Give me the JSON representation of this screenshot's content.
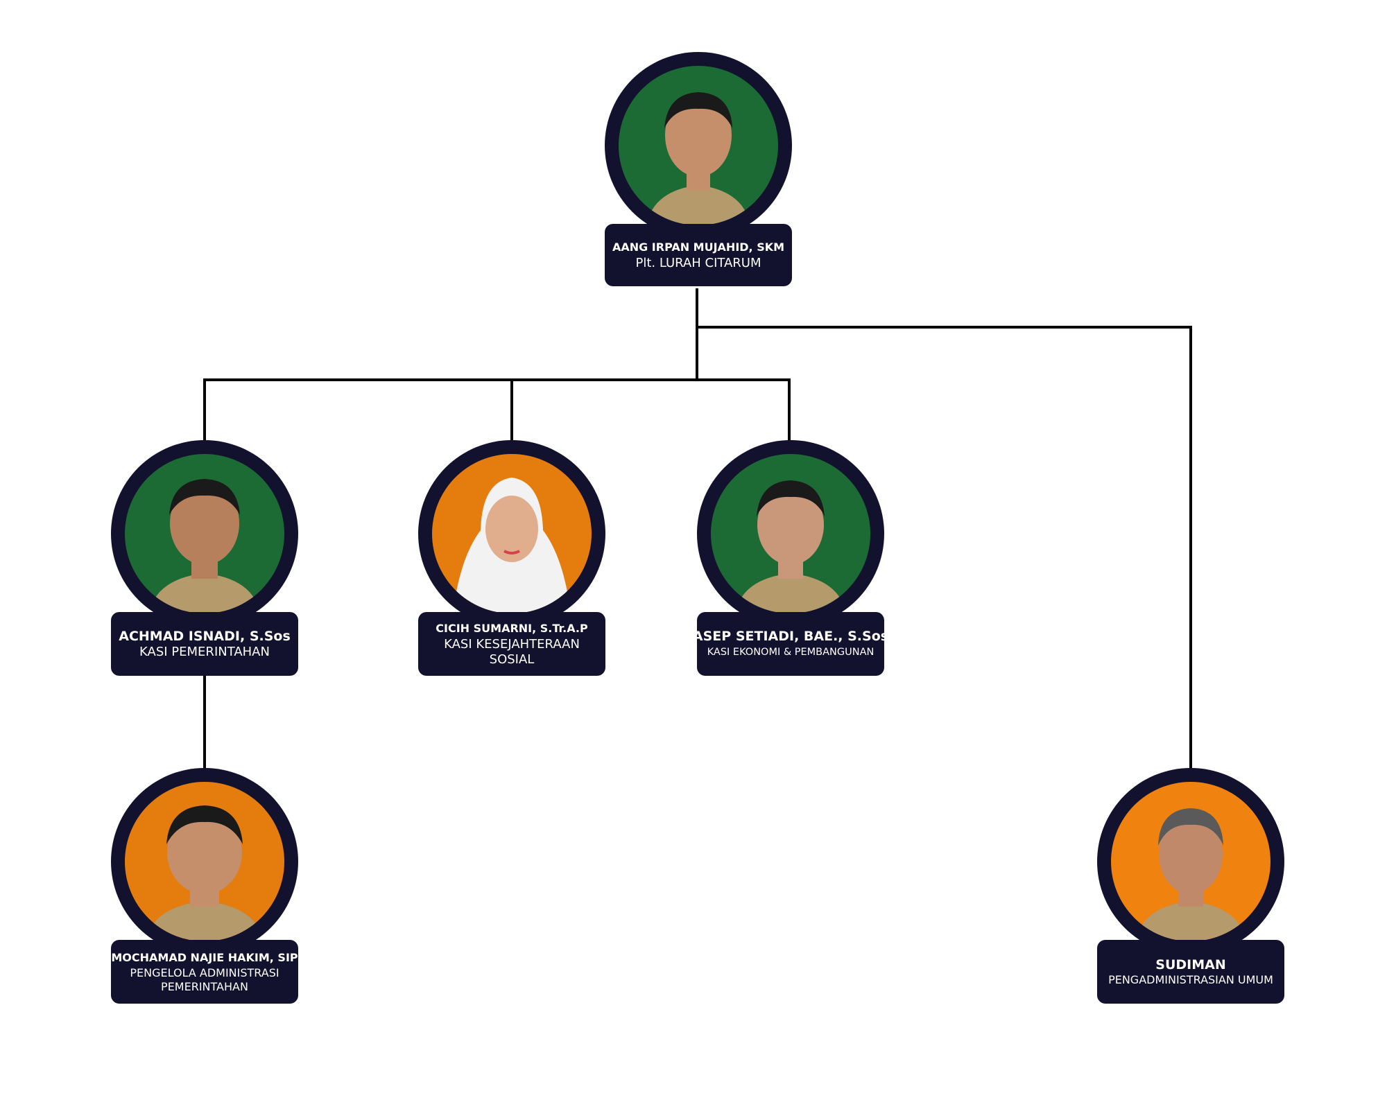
{
  "colors": {
    "dark_navy": "#12112e",
    "green_bg": "#1c6b35",
    "orange_bg": "#f0820f",
    "line": "#000000"
  },
  "nodes": {
    "lurah": {
      "name": "AANG IRPAN MUJAHID, SKM",
      "role": "Plt. LURAH CITARUM",
      "photo_bg": "green",
      "icon": "person-photo-icon"
    },
    "kasi_pemerintahan": {
      "name": "ACHMAD ISNADI, S.Sos",
      "role": "KASI PEMERINTAHAN",
      "photo_bg": "green",
      "icon": "person-photo-icon"
    },
    "kasi_kesejahteraan": {
      "name": "CICIH SUMARNI, S.Tr.A.P",
      "role": "KASI KESEJAHTERAAN SOSIAL",
      "photo_bg": "orange",
      "icon": "person-photo-icon"
    },
    "kasi_ekonomi": {
      "name": "ASEP SETIADI, BAE., S.Sos",
      "role": "KASI EKONOMI & PEMBANGUNAN",
      "photo_bg": "green",
      "icon": "person-photo-icon"
    },
    "pengelola_admin": {
      "name": "MOCHAMAD NAJIE HAKIM, SIP",
      "role": "PENGELOLA ADMINISTRASI PEMERINTAHAN",
      "photo_bg": "orange",
      "icon": "person-photo-icon"
    },
    "pengadministrasian": {
      "name": "SUDIMAN",
      "role": "PENGADMINISTRASIAN UMUM",
      "photo_bg": "orange",
      "icon": "person-photo-icon"
    }
  }
}
